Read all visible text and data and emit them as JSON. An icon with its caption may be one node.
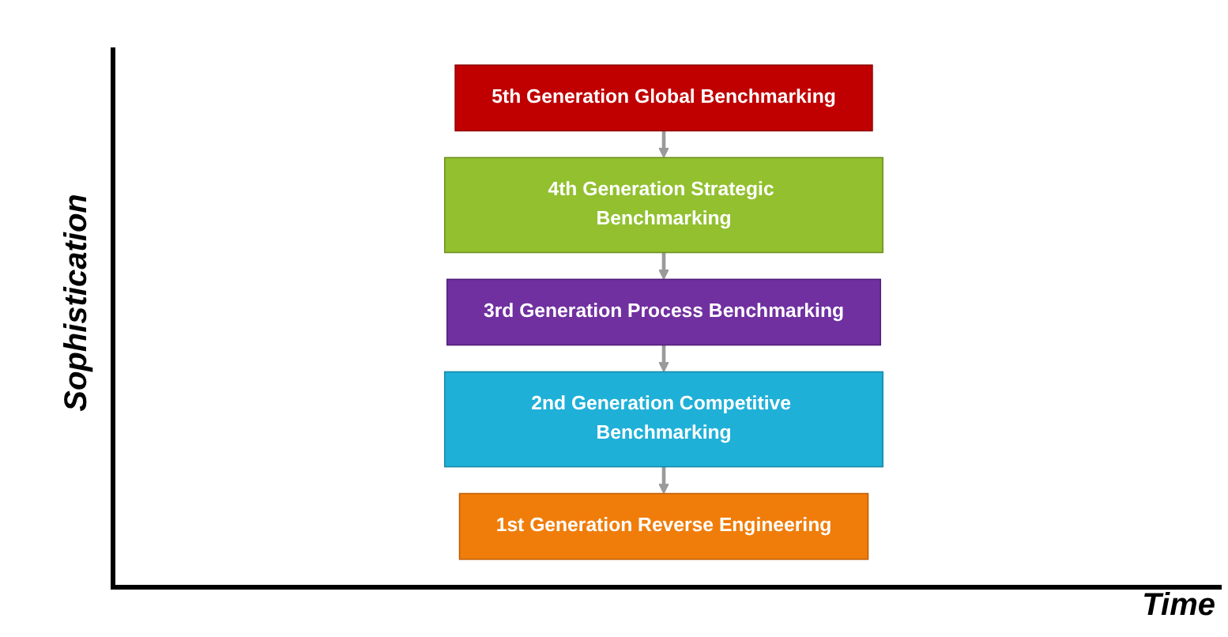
{
  "diagram": {
    "nodes": [
      {
        "text": [
          "5th Generation Global Benchmarking"
        ]
      },
      {
        "text": [
          "4th Generation Strategic Benchmarking"
        ]
      },
      {
        "text": [
          "3rd Generation Process Benchmarking"
        ]
      },
      {
        "text": [
          "2nd Generation Competitive Benchmarking"
        ]
      },
      {
        "text": [
          "1st Generation Reverse Engineering"
        ]
      }
    ],
    "edges": [
      {
        "from": 0,
        "to": 1,
        "arrow": "to"
      },
      {
        "from": 1,
        "to": 2,
        "arrow": "to"
      },
      {
        "from": 2,
        "to": 3,
        "arrow": "to"
      },
      {
        "from": 3,
        "to": 4,
        "arrow": "to"
      }
    ],
    "labels": [
      "Sophistication",
      "Time"
    ]
  }
}
